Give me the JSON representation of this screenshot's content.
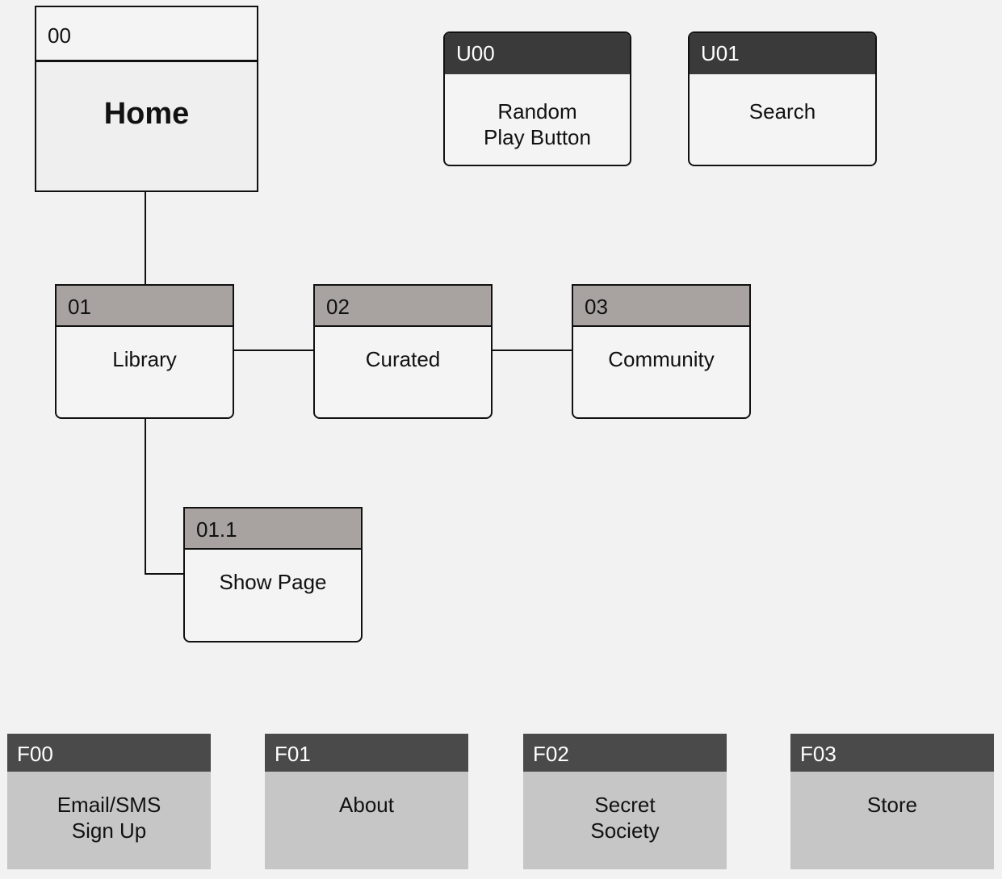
{
  "nodes": {
    "home": {
      "id": "00",
      "label": "Home"
    },
    "u00": {
      "id": "U00",
      "label_line1": "Random",
      "label_line2": "Play Button"
    },
    "u01": {
      "id": "U01",
      "label": "Search"
    },
    "library": {
      "id": "01",
      "label": "Library"
    },
    "curated": {
      "id": "02",
      "label": "Curated"
    },
    "community": {
      "id": "03",
      "label": "Community"
    },
    "show_page": {
      "id": "01.1",
      "label": "Show Page"
    },
    "f00": {
      "id": "F00",
      "label_line1": "Email/SMS",
      "label_line2": "Sign Up"
    },
    "f01": {
      "id": "F01",
      "label": "About"
    },
    "f02": {
      "id": "F02",
      "label_line1": "Secret",
      "label_line2": "Society"
    },
    "f03": {
      "id": "F03",
      "label": "Store"
    }
  },
  "colors": {
    "background": "#f2f2f2",
    "page_header": "#a8a3a1",
    "util_header": "#3a3a3a",
    "footer_header": "#4a4a4a",
    "footer_body": "#c6c6c6",
    "stroke": "#111111"
  }
}
